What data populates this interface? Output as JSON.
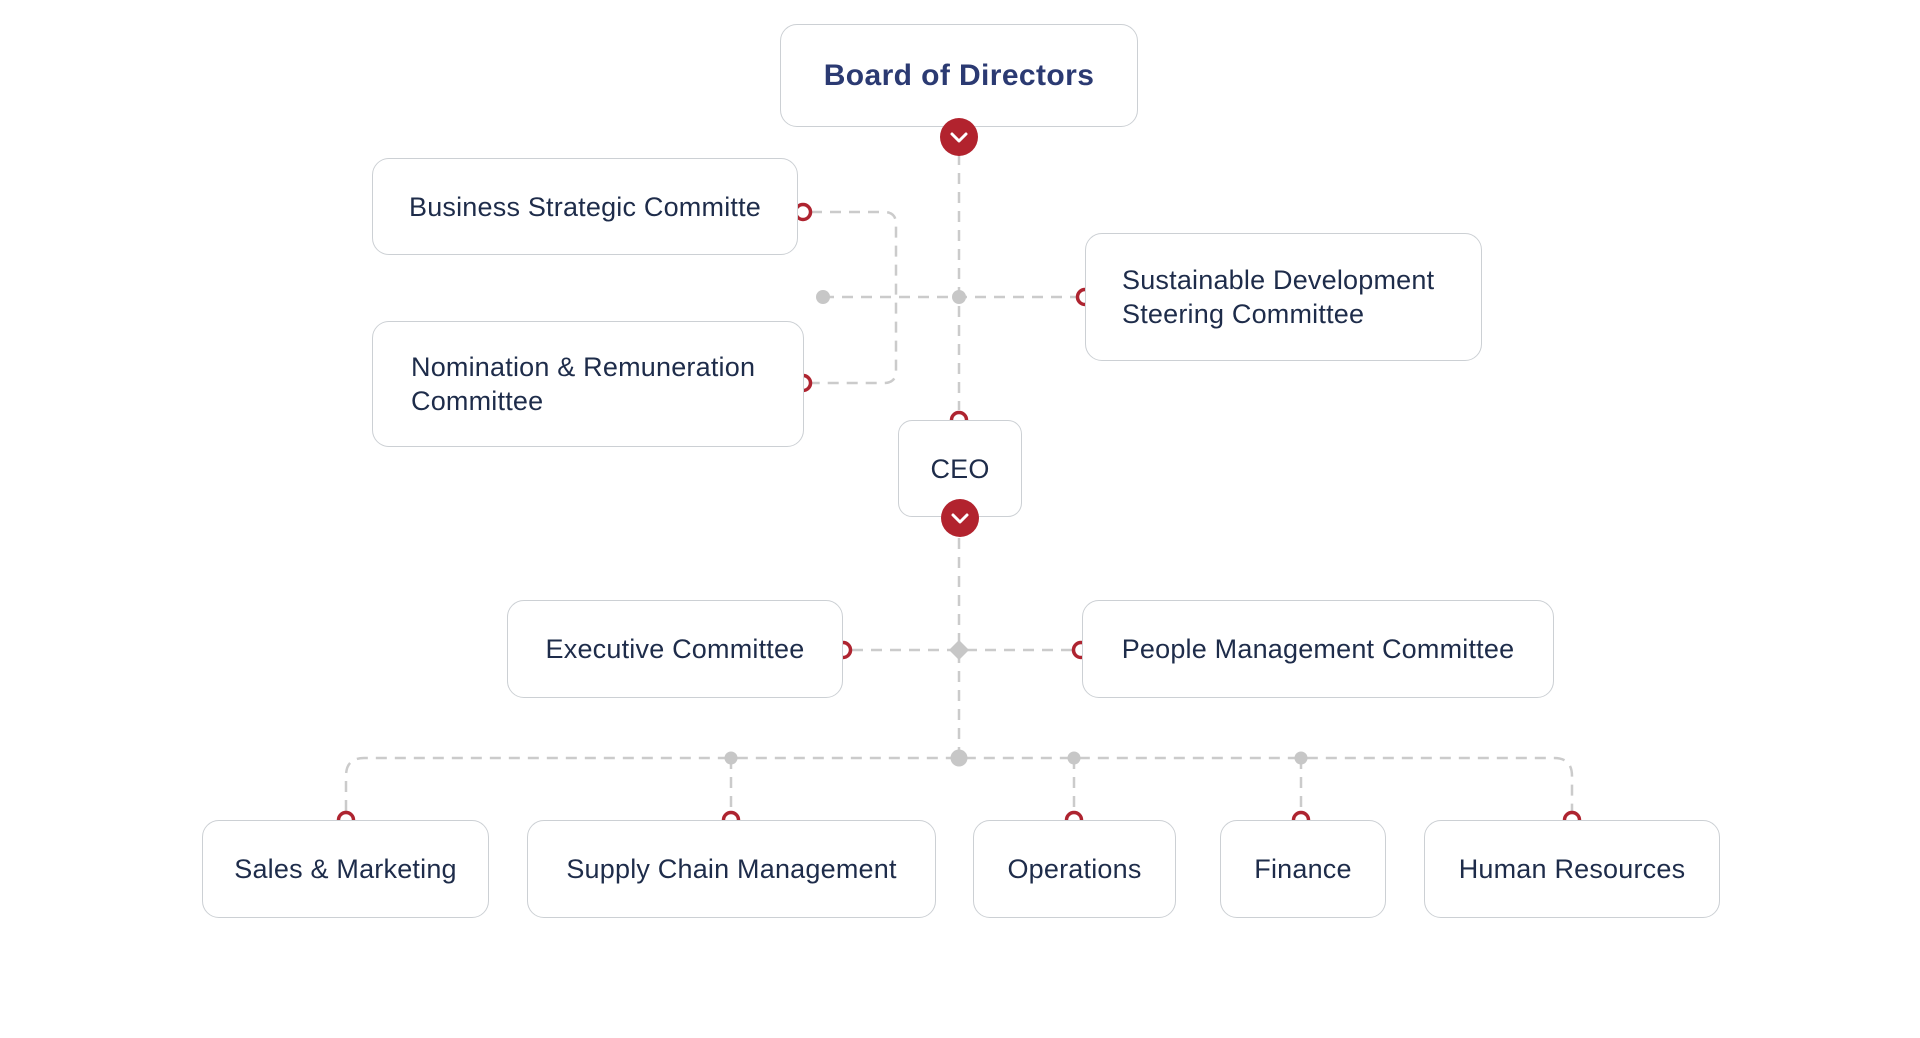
{
  "chart": {
    "type": "org-chart",
    "nodes": {
      "board": {
        "label": "Board of Directors"
      },
      "bsc": {
        "label": "Business Strategic Committe"
      },
      "sdsc": {
        "label": "Sustainable Development\nSteering Committee"
      },
      "nrc": {
        "label": "Nomination & Remuneration\nCommittee"
      },
      "ceo": {
        "label": "CEO"
      },
      "exec": {
        "label": "Executive Committee"
      },
      "pmc": {
        "label": "People Management Committee"
      },
      "sales": {
        "label": "Sales & Marketing"
      },
      "scm": {
        "label": "Supply Chain Management"
      },
      "ops": {
        "label": "Operations"
      },
      "fin": {
        "label": "Finance"
      },
      "hr": {
        "label": "Human Resources"
      }
    },
    "edges": [
      {
        "from": "board",
        "to": "ceo"
      },
      {
        "from": "board",
        "to": "bsc"
      },
      {
        "from": "board",
        "to": "sdsc"
      },
      {
        "from": "board",
        "to": "nrc"
      },
      {
        "from": "ceo",
        "to": "exec"
      },
      {
        "from": "ceo",
        "to": "pmc"
      },
      {
        "from": "ceo",
        "to": "sales"
      },
      {
        "from": "ceo",
        "to": "scm"
      },
      {
        "from": "ceo",
        "to": "ops"
      },
      {
        "from": "ceo",
        "to": "fin"
      },
      {
        "from": "ceo",
        "to": "hr"
      }
    ],
    "colors": {
      "accent_red": "#b2232e",
      "title_navy": "#2b3a72",
      "text_navy": "#1e2c4a",
      "line_gray": "#cbcbcb",
      "border_gray": "#ccd0d4",
      "background": "#ffffff"
    },
    "icons": {
      "collapse": "chevron-down"
    }
  }
}
